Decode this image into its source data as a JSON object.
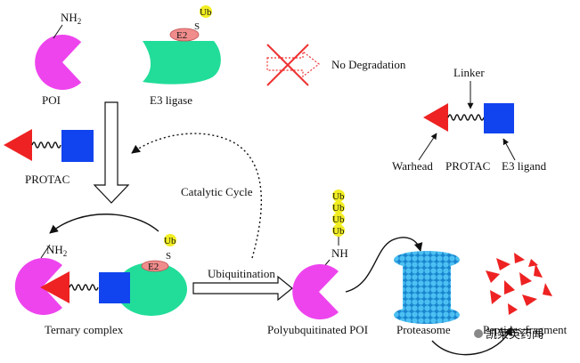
{
  "labels": {
    "nh2_top": "NH",
    "nh2_sub": "2",
    "poi": "POI",
    "e3_ligase": "E3 ligase",
    "e2": "E2",
    "ub": "Ub",
    "s": "S",
    "no_degradation": "No Degradation",
    "linker": "Linker",
    "warhead": "Warhead",
    "protac_key": "PROTAC",
    "e3_ligand": "E3 ligand",
    "protac": "PROTAC",
    "catalytic_cycle": "Catalytic Cycle",
    "ternary_complex": "Ternary complex",
    "ubiquitination": "Ubiquitination",
    "nh": "NH",
    "polyubiquitinated_poi": "Polyubquitinated POI",
    "proteasome": "Proteasome",
    "peptides_fragment": "Peptides fragment",
    "watermark": "凯莱英药闻"
  },
  "colors": {
    "poi": "#ee44ee",
    "e3": "#22dd99",
    "e2": "#f08c8c",
    "ub": "#f2ee22",
    "warhead": "#ee2222",
    "e3_ligand": "#1144ee",
    "proteasome": "#33aaee",
    "fragments": "#ee2222",
    "cross": "#ee3333"
  }
}
